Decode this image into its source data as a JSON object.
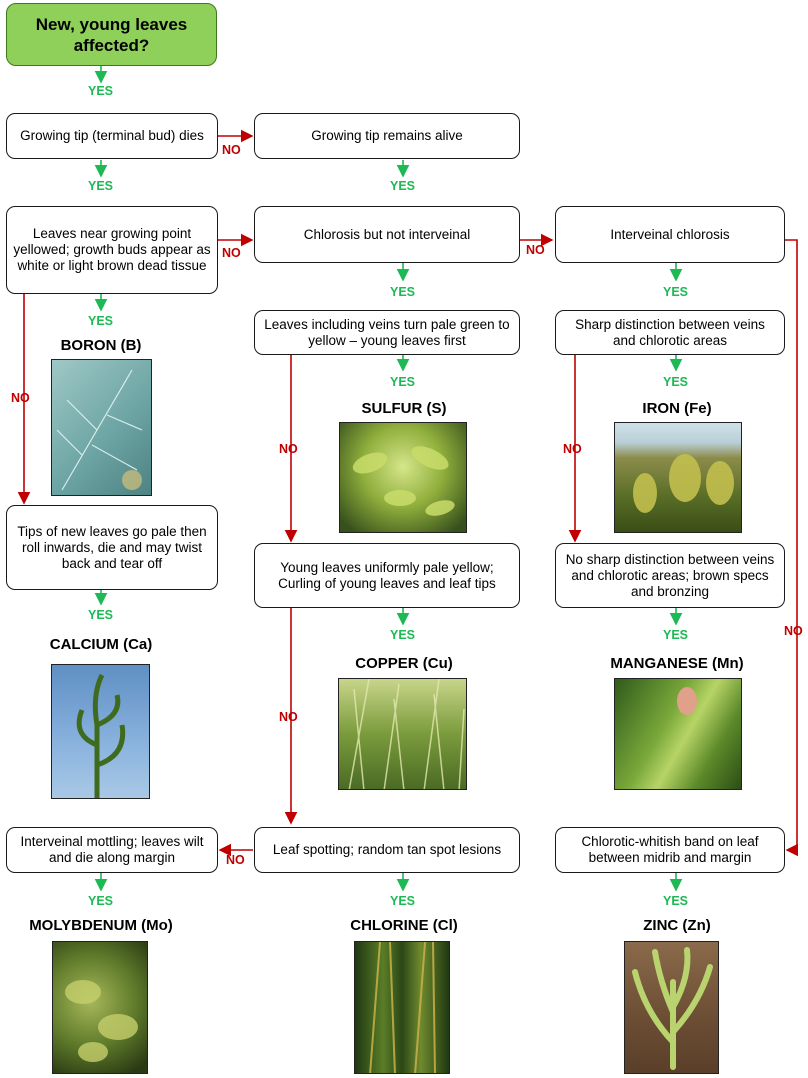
{
  "start": "New, young leaves affected?",
  "yes": "YES",
  "no": "NO",
  "boxes": {
    "tip_dies": "Growing tip (terminal bud) dies",
    "tip_alive": "Growing tip remains alive",
    "near_point": "Leaves near growing point yellowed; growth buds appear as white or light brown dead tissue",
    "chlorosis_not_iv": "Chlorosis but not interveinal",
    "iv_chlorosis": "Interveinal chlorosis",
    "veins_pale": "Leaves including veins turn pale green to yellow – young leaves first",
    "sharp_dist": "Sharp distinction between veins and chlorotic areas",
    "tips_pale": "Tips of new leaves go pale then roll inwards, die and may twist back and tear off",
    "uniform_pale": "Young leaves uniformly pale yellow; Curling of young leaves and leaf tips",
    "no_sharp": "No sharp distinction between veins and chlorotic areas; brown specs and bronzing",
    "mottling": "Interveinal mottling; leaves wilt and die along margin",
    "spotting": "Leaf spotting; random tan spot lesions",
    "band": "Chlorotic-whitish band on leaf between midrib and margin"
  },
  "nutrients": {
    "boron": "BORON (B)",
    "sulfur": "SULFUR (S)",
    "iron": "IRON (Fe)",
    "calcium": "CALCIUM (Ca)",
    "copper": "COPPER (Cu)",
    "manganese": "MANGANESE (Mn)",
    "molybdenum": "MOLYBDENUM (Mo)",
    "chlorine": "CHLORINE (Cl)",
    "zinc": "ZINC (Zn)"
  },
  "colors": {
    "yes": "#1db954",
    "no": "#c00000",
    "start_fill": "#8fd05a"
  }
}
